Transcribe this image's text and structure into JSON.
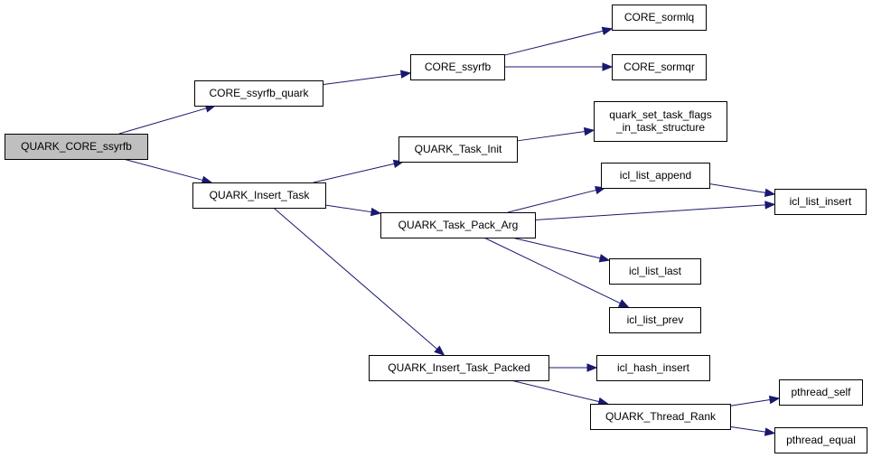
{
  "colors": {
    "edge": "#191970",
    "node_fill": "#ffffff",
    "node_stroke": "#000000",
    "root_fill": "#bfbfbf"
  },
  "nodes": {
    "quark_core_ssyrfb": {
      "lines": [
        "QUARK_CORE_ssyrfb"
      ]
    },
    "core_ssyrfb_quark": {
      "lines": [
        "CORE_ssyrfb_quark"
      ]
    },
    "quark_insert_task": {
      "lines": [
        "QUARK_Insert_Task"
      ]
    },
    "core_ssyrfb": {
      "lines": [
        "CORE_ssyrfb"
      ]
    },
    "core_sormlq": {
      "lines": [
        "CORE_sormlq"
      ]
    },
    "core_sormqr": {
      "lines": [
        "CORE_sormqr"
      ]
    },
    "quark_task_init": {
      "lines": [
        "QUARK_Task_Init"
      ]
    },
    "quark_set_task_flags": {
      "lines": [
        "quark_set_task_flags",
        "_in_task_structure"
      ]
    },
    "quark_task_pack_arg": {
      "lines": [
        "QUARK_Task_Pack_Arg"
      ]
    },
    "icl_list_append": {
      "lines": [
        "icl_list_append"
      ]
    },
    "icl_list_insert": {
      "lines": [
        "icl_list_insert"
      ]
    },
    "icl_list_last": {
      "lines": [
        "icl_list_last"
      ]
    },
    "icl_list_prev": {
      "lines": [
        "icl_list_prev"
      ]
    },
    "quark_insert_task_packed": {
      "lines": [
        "QUARK_Insert_Task_Packed"
      ]
    },
    "icl_hash_insert": {
      "lines": [
        "icl_hash_insert"
      ]
    },
    "quark_thread_rank": {
      "lines": [
        "QUARK_Thread_Rank"
      ]
    },
    "pthread_self": {
      "lines": [
        "pthread_self"
      ]
    },
    "pthread_equal": {
      "lines": [
        "pthread_equal"
      ]
    }
  },
  "edges": [
    [
      "quark_core_ssyrfb",
      "core_ssyrfb_quark"
    ],
    [
      "quark_core_ssyrfb",
      "quark_insert_task"
    ],
    [
      "core_ssyrfb_quark",
      "core_ssyrfb"
    ],
    [
      "core_ssyrfb",
      "core_sormlq"
    ],
    [
      "core_ssyrfb",
      "core_sormqr"
    ],
    [
      "quark_insert_task",
      "quark_task_init"
    ],
    [
      "quark_insert_task",
      "quark_task_pack_arg"
    ],
    [
      "quark_insert_task",
      "quark_insert_task_packed"
    ],
    [
      "quark_task_init",
      "quark_set_task_flags"
    ],
    [
      "quark_task_pack_arg",
      "icl_list_append"
    ],
    [
      "quark_task_pack_arg",
      "icl_list_insert"
    ],
    [
      "quark_task_pack_arg",
      "icl_list_last"
    ],
    [
      "quark_task_pack_arg",
      "icl_list_prev"
    ],
    [
      "icl_list_append",
      "icl_list_insert"
    ],
    [
      "quark_insert_task_packed",
      "icl_hash_insert"
    ],
    [
      "quark_insert_task_packed",
      "quark_thread_rank"
    ],
    [
      "quark_thread_rank",
      "pthread_self"
    ],
    [
      "quark_thread_rank",
      "pthread_equal"
    ]
  ]
}
